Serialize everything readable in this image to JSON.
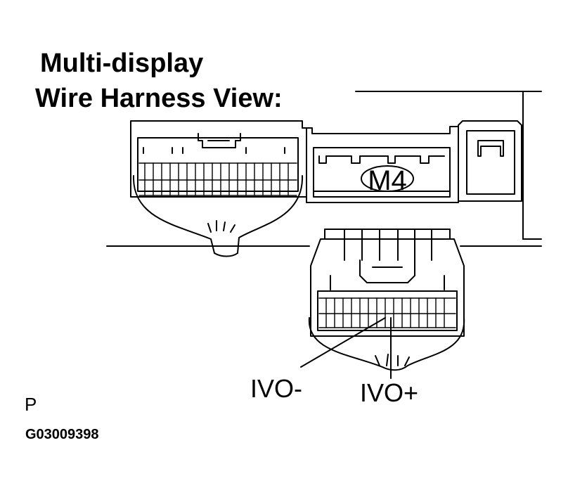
{
  "title": {
    "line1": "Multi-display",
    "line2": "Wire Harness View:"
  },
  "connector_label": "M4",
  "pins": {
    "negative": "IVO-",
    "positive": "IVO+"
  },
  "corner_letter": "P",
  "figure_code": "G03009398",
  "colors": {
    "ink": "#000000",
    "paper": "#ffffff"
  }
}
